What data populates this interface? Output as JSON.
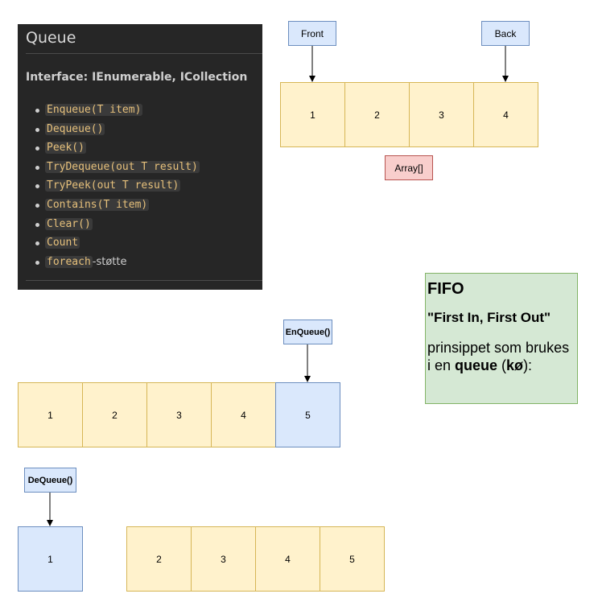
{
  "panel": {
    "title": "Queue",
    "subtitle": "Interface: IEnumerable, ICollection",
    "items": [
      {
        "code": "Enqueue(T item)",
        "text": ""
      },
      {
        "code": "Dequeue()",
        "text": ""
      },
      {
        "code": "Peek()",
        "text": ""
      },
      {
        "code": "TryDequeue(out T result)",
        "text": ""
      },
      {
        "code": "TryPeek(out T result)",
        "text": ""
      },
      {
        "code": "Contains(T item)",
        "text": ""
      },
      {
        "code": "Clear()",
        "text": ""
      },
      {
        "code": "Count",
        "text": ""
      },
      {
        "code": "foreach",
        "text": "-støtte"
      }
    ]
  },
  "top": {
    "front_label": "Front",
    "back_label": "Back",
    "cells": [
      "1",
      "2",
      "3",
      "4"
    ],
    "array_label": "Array[]"
  },
  "enqueue": {
    "label": "EnQueue()",
    "cells": [
      "1",
      "2",
      "3",
      "4"
    ],
    "new_cell": "5"
  },
  "dequeue": {
    "label": "DeQueue()",
    "removed_cell": "1",
    "cells": [
      "2",
      "3",
      "4",
      "5"
    ]
  },
  "fifo": {
    "title": "FIFO",
    "quote": "\"First In, First Out\"",
    "text_before": "prinsippet som brukes i en ",
    "bold1": "queue",
    "text_mid": " (",
    "bold2": "kø",
    "text_after": "):"
  },
  "colors": {
    "panel_bg": "#262626",
    "yellow_fill": "#fff2cc",
    "yellow_stroke": "#d6b656",
    "blue_fill": "#dae8fc",
    "blue_stroke": "#6c8ebf",
    "red_fill": "#f8cecc",
    "green_fill": "#d5e8d4"
  }
}
